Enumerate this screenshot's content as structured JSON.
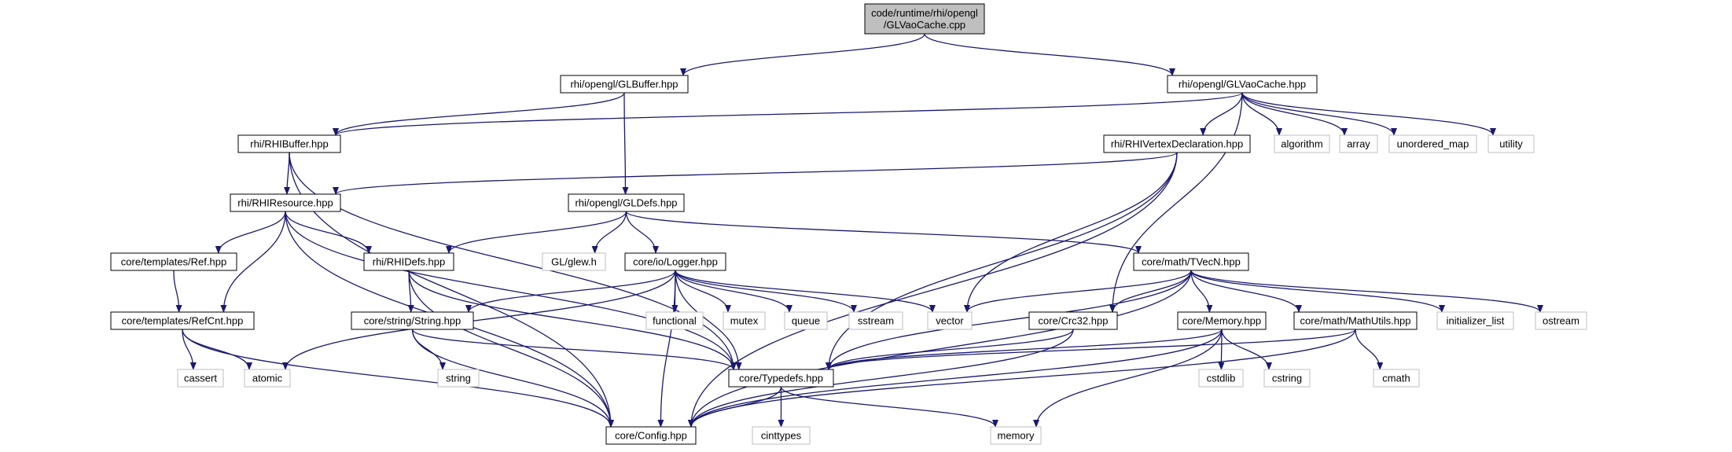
{
  "colors": {
    "edge": "#191970",
    "root_fill": "#bfbfbf",
    "node_border": "#000000",
    "system_border": "#bfbfbf",
    "node_fill": "#ffffff",
    "text": "#000000"
  },
  "nodes": [
    {
      "id": "root",
      "label": "code/runtime/rhi/opengl\n/GLVaoCache.cpp",
      "kind": "root"
    },
    {
      "id": "glbuffer",
      "label": "rhi/opengl/GLBuffer.hpp",
      "kind": "project"
    },
    {
      "id": "glvaocache",
      "label": "rhi/opengl/GLVaoCache.hpp",
      "kind": "project"
    },
    {
      "id": "rhibuffer",
      "label": "rhi/RHIBuffer.hpp",
      "kind": "project"
    },
    {
      "id": "algorithm",
      "label": "algorithm",
      "kind": "system"
    },
    {
      "id": "array",
      "label": "array",
      "kind": "system"
    },
    {
      "id": "unordered_map",
      "label": "unordered_map",
      "kind": "system"
    },
    {
      "id": "utility",
      "label": "utility",
      "kind": "system"
    },
    {
      "id": "rhivertexdecl",
      "label": "rhi/RHIVertexDeclaration.hpp",
      "kind": "project"
    },
    {
      "id": "rhiresource",
      "label": "rhi/RHIResource.hpp",
      "kind": "project"
    },
    {
      "id": "gldefs",
      "label": "rhi/opengl/GLDefs.hpp",
      "kind": "project"
    },
    {
      "id": "ref",
      "label": "core/templates/Ref.hpp",
      "kind": "project"
    },
    {
      "id": "rhidefs",
      "label": "rhi/RHIDefs.hpp",
      "kind": "project"
    },
    {
      "id": "glew",
      "label": "GL/glew.h",
      "kind": "system"
    },
    {
      "id": "logger",
      "label": "core/io/Logger.hpp",
      "kind": "project"
    },
    {
      "id": "tvecn",
      "label": "core/math/TVecN.hpp",
      "kind": "project"
    },
    {
      "id": "refcnt",
      "label": "core/templates/RefCnt.hpp",
      "kind": "project"
    },
    {
      "id": "string_hpp",
      "label": "core/string/String.hpp",
      "kind": "project"
    },
    {
      "id": "functional",
      "label": "functional",
      "kind": "system"
    },
    {
      "id": "mutex",
      "label": "mutex",
      "kind": "system"
    },
    {
      "id": "queue",
      "label": "queue",
      "kind": "system"
    },
    {
      "id": "sstream",
      "label": "sstream",
      "kind": "system"
    },
    {
      "id": "vector",
      "label": "vector",
      "kind": "system"
    },
    {
      "id": "crc32",
      "label": "core/Crc32.hpp",
      "kind": "project"
    },
    {
      "id": "memory_hpp",
      "label": "core/Memory.hpp",
      "kind": "project"
    },
    {
      "id": "mathutils",
      "label": "core/math/MathUtils.hpp",
      "kind": "project"
    },
    {
      "id": "initializer_list",
      "label": "initializer_list",
      "kind": "system"
    },
    {
      "id": "ostream",
      "label": "ostream",
      "kind": "system"
    },
    {
      "id": "cassert",
      "label": "cassert",
      "kind": "system"
    },
    {
      "id": "atomic",
      "label": "atomic",
      "kind": "system"
    },
    {
      "id": "string_std",
      "label": "string",
      "kind": "system"
    },
    {
      "id": "typedefs",
      "label": "core/Typedefs.hpp",
      "kind": "project"
    },
    {
      "id": "cstdlib",
      "label": "cstdlib",
      "kind": "system"
    },
    {
      "id": "cstring",
      "label": "cstring",
      "kind": "system"
    },
    {
      "id": "cmath",
      "label": "cmath",
      "kind": "system"
    },
    {
      "id": "config",
      "label": "core/Config.hpp",
      "kind": "project"
    },
    {
      "id": "cinttypes",
      "label": "cinttypes",
      "kind": "system"
    },
    {
      "id": "memory_std",
      "label": "memory",
      "kind": "system"
    }
  ],
  "edges": [
    [
      "root",
      "glbuffer"
    ],
    [
      "root",
      "glvaocache"
    ],
    [
      "glbuffer",
      "rhibuffer"
    ],
    [
      "glbuffer",
      "gldefs"
    ],
    [
      "glvaocache",
      "rhibuffer"
    ],
    [
      "glvaocache",
      "rhivertexdecl"
    ],
    [
      "glvaocache",
      "crc32"
    ],
    [
      "glvaocache",
      "algorithm"
    ],
    [
      "glvaocache",
      "array"
    ],
    [
      "glvaocache",
      "unordered_map"
    ],
    [
      "glvaocache",
      "utility"
    ],
    [
      "rhibuffer",
      "rhiresource"
    ],
    [
      "rhibuffer",
      "config"
    ],
    [
      "rhibuffer",
      "typedefs"
    ],
    [
      "rhivertexdecl",
      "rhiresource"
    ],
    [
      "rhivertexdecl",
      "vector"
    ],
    [
      "rhivertexdecl",
      "config"
    ],
    [
      "rhivertexdecl",
      "typedefs"
    ],
    [
      "rhiresource",
      "ref"
    ],
    [
      "rhiresource",
      "refcnt"
    ],
    [
      "rhiresource",
      "rhidefs"
    ],
    [
      "rhiresource",
      "typedefs"
    ],
    [
      "rhiresource",
      "config"
    ],
    [
      "gldefs",
      "rhidefs"
    ],
    [
      "gldefs",
      "glew"
    ],
    [
      "gldefs",
      "logger"
    ],
    [
      "gldefs",
      "tvecn"
    ],
    [
      "ref",
      "refcnt"
    ],
    [
      "refcnt",
      "cassert"
    ],
    [
      "refcnt",
      "atomic"
    ],
    [
      "refcnt",
      "config"
    ],
    [
      "rhidefs",
      "string_hpp"
    ],
    [
      "rhidefs",
      "typedefs"
    ],
    [
      "rhidefs",
      "config"
    ],
    [
      "logger",
      "string_hpp"
    ],
    [
      "logger",
      "functional"
    ],
    [
      "logger",
      "mutex"
    ],
    [
      "logger",
      "queue"
    ],
    [
      "logger",
      "sstream"
    ],
    [
      "logger",
      "vector"
    ],
    [
      "logger",
      "atomic"
    ],
    [
      "logger",
      "typedefs"
    ],
    [
      "logger",
      "config"
    ],
    [
      "string_hpp",
      "string_std"
    ],
    [
      "string_hpp",
      "typedefs"
    ],
    [
      "string_hpp",
      "config"
    ],
    [
      "tvecn",
      "crc32"
    ],
    [
      "tvecn",
      "memory_hpp"
    ],
    [
      "tvecn",
      "mathutils"
    ],
    [
      "tvecn",
      "initializer_list"
    ],
    [
      "tvecn",
      "ostream"
    ],
    [
      "tvecn",
      "vector"
    ],
    [
      "tvecn",
      "typedefs"
    ],
    [
      "tvecn",
      "config"
    ],
    [
      "crc32",
      "typedefs"
    ],
    [
      "crc32",
      "config"
    ],
    [
      "memory_hpp",
      "cstdlib"
    ],
    [
      "memory_hpp",
      "cstring"
    ],
    [
      "memory_hpp",
      "typedefs"
    ],
    [
      "memory_hpp",
      "memory_std"
    ],
    [
      "memory_hpp",
      "config"
    ],
    [
      "mathutils",
      "cmath"
    ],
    [
      "mathutils",
      "typedefs"
    ],
    [
      "mathutils",
      "config"
    ],
    [
      "typedefs",
      "config"
    ],
    [
      "typedefs",
      "cinttypes"
    ],
    [
      "typedefs",
      "memory_std"
    ]
  ]
}
